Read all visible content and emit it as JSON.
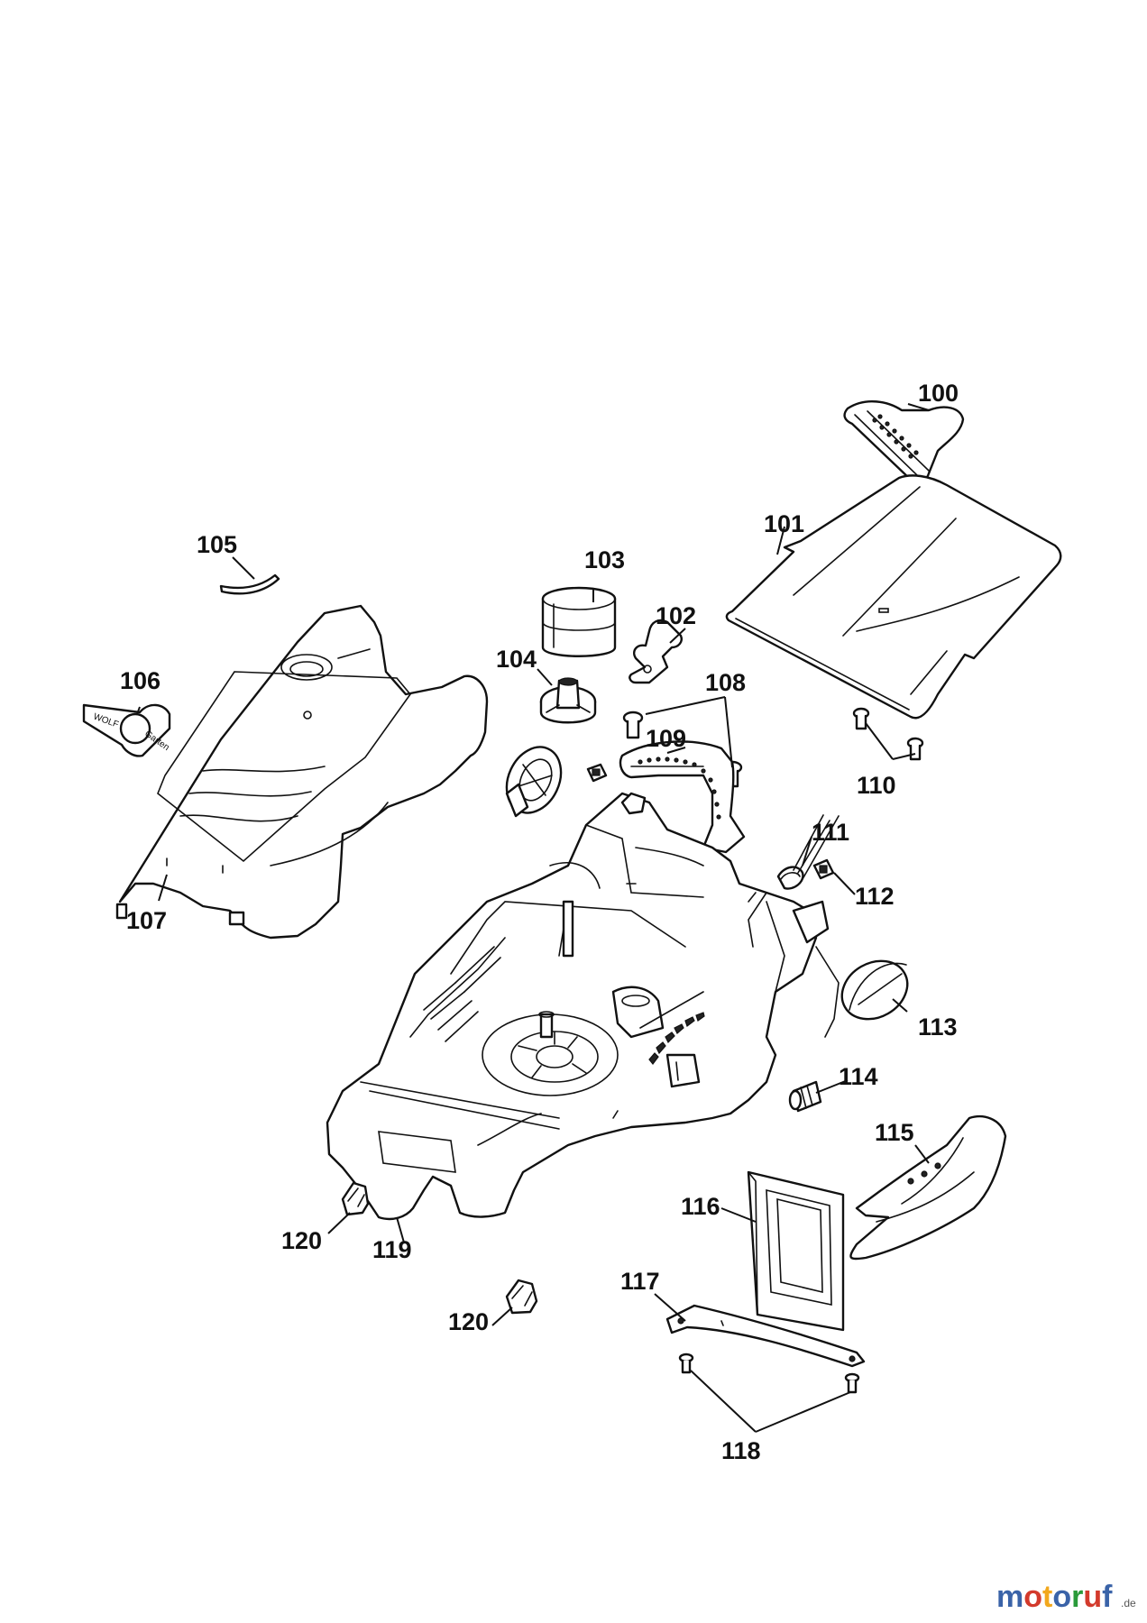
{
  "diagram": {
    "type": "exploded-parts-diagram",
    "parts": [
      {
        "id": "100"
      },
      {
        "id": "101"
      },
      {
        "id": "102"
      },
      {
        "id": "103"
      },
      {
        "id": "104"
      },
      {
        "id": "105"
      },
      {
        "id": "106"
      },
      {
        "id": "107"
      },
      {
        "id": "108"
      },
      {
        "id": "109"
      },
      {
        "id": "110"
      },
      {
        "id": "111"
      },
      {
        "id": "112"
      },
      {
        "id": "113"
      },
      {
        "id": "114"
      },
      {
        "id": "115"
      },
      {
        "id": "116"
      },
      {
        "id": "117"
      },
      {
        "id": "118"
      },
      {
        "id": "119"
      },
      {
        "id": "120a",
        "label": "120"
      },
      {
        "id": "120b",
        "label": "120"
      }
    ],
    "badge_text": [
      "WOLF",
      "Garten"
    ]
  },
  "watermark": {
    "text_m": "m",
    "text_o1": "o",
    "text_t": "t",
    "text_o2": "o",
    "text_r": "r",
    "text_u": "u",
    "text_f": "f",
    "suffix": ".de",
    "colors": {
      "m": "#3a63a8",
      "o1": "#d33a2c",
      "t": "#f2a81d",
      "o2": "#3a63a8",
      "r": "#2a9a3a",
      "u": "#d33a2c",
      "f": "#3a63a8"
    }
  }
}
